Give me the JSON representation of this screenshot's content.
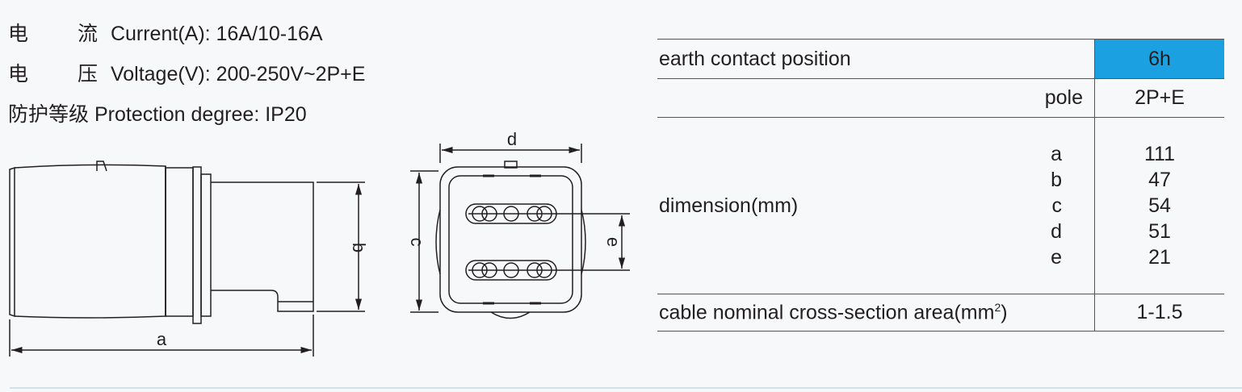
{
  "specs": [
    {
      "cn": [
        "电",
        "流"
      ],
      "en": "Current(A): 16A/10-16A"
    },
    {
      "cn": [
        "电",
        "压"
      ],
      "en": "Voltage(V): 200-250V~2P+E"
    },
    {
      "cn": [
        "防护等级"
      ],
      "en": "Protection degree: IP20"
    }
  ],
  "drawing": {
    "side_labels": {
      "a": "a",
      "b": "b"
    },
    "front_labels": {
      "c": "c",
      "d": "d",
      "e": "e"
    }
  },
  "table": {
    "earth_label": "earth contact position",
    "earth_value": "6h",
    "pole_label": "pole",
    "pole_value": "2P+E",
    "dimension_label": "dimension(mm)",
    "dimensions": [
      {
        "key": "a",
        "value": "111"
      },
      {
        "key": "b",
        "value": "47"
      },
      {
        "key": "c",
        "value": "54"
      },
      {
        "key": "d",
        "value": "51"
      },
      {
        "key": "e",
        "value": "21"
      }
    ],
    "cable_label": "cable nominal cross-section area(mm",
    "cable_sup": "2",
    "cable_close": ")",
    "cable_value": "1-1.5"
  },
  "colors": {
    "highlight": "#1ba1e2",
    "line": "#231f20"
  }
}
